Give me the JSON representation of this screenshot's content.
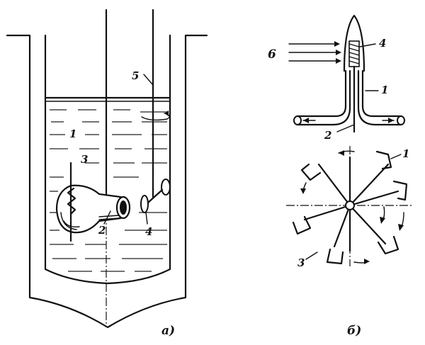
{
  "figure_a": {
    "caption": "а)",
    "labels": {
      "liquid": "1",
      "tube": "2",
      "heater": "3",
      "mirror": "4",
      "rod": "5"
    }
  },
  "figure_b": {
    "caption": "б)",
    "label_flow": "6",
    "top_labels": {
      "arm": "1",
      "wire": "2",
      "coil": "4"
    },
    "wheel_labels": {
      "arm": "1",
      "vane": "3"
    }
  }
}
